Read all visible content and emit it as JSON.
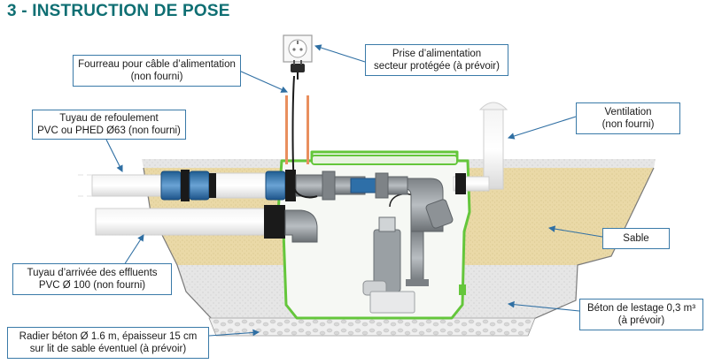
{
  "title": "3 - INSTRUCTION DE POSE",
  "colors": {
    "title": "#0f6f73",
    "callout_border": "#3a7aa8",
    "leader_line": "#2f6fa3",
    "sand": "#e7d7a4",
    "concrete": "#dedede",
    "tank_outline": "#64c63b",
    "pipe_blue": "#2e6fa8"
  },
  "callouts": {
    "fourreau": {
      "line1": "Fourreau pour câble d’alimentation",
      "line2": "(non fourni)"
    },
    "prise": {
      "line1": "Prise d’alimentation",
      "line2": "secteur protégée (à prévoir)"
    },
    "refoulement": {
      "line1": "Tuyau de refoulement",
      "line2": "PVC ou PHED Ø63 (non fourni)"
    },
    "ventilation": {
      "line1": "Ventilation",
      "line2": "(non fourni)"
    },
    "sable": {
      "line1": "Sable"
    },
    "arrivee": {
      "line1": "Tuyau d’arrivée des effluents",
      "line2": "PVC Ø 100 (non fourni)"
    },
    "beton": {
      "line1": "Béton de lestage 0,3 m³",
      "line2": "(à prévoir)"
    },
    "radier": {
      "line1": "Radier béton Ø 1.6 m, épaisseur 15 cm",
      "line2": "sur lit de sable éventuel (à prévoir)"
    }
  },
  "icons": {
    "socket": "power-socket-icon",
    "plug": "power-plug-icon"
  }
}
